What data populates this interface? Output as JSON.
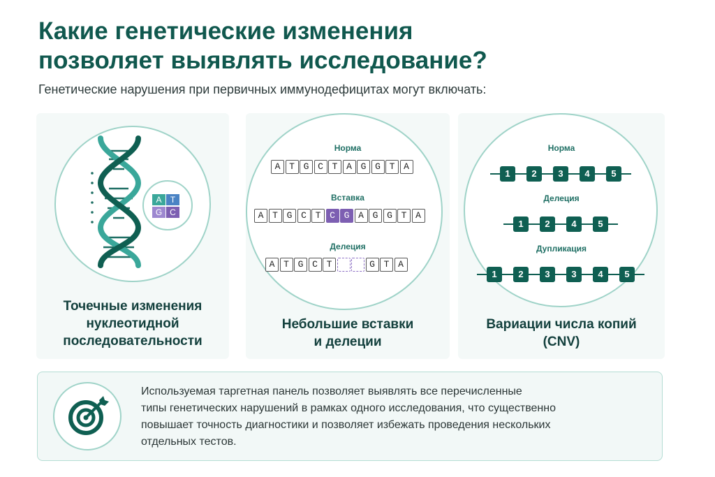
{
  "title_line1": "Какие генетические изменения",
  "title_line2": "позволяет выявлять исследование?",
  "subtitle": "Генетические нарушения при первичных иммунодефицитах могут включать:",
  "colors": {
    "primary": "#10584e",
    "teal_accent": "#3aa79a",
    "insertion": "#7d5fb2",
    "blue_tile": "#4a83c4"
  },
  "card1": {
    "label_line1": "Точечные изменения",
    "label_line2": "нуклеотидной",
    "label_line3": "последовательности",
    "icon": "dna-helix-icon",
    "pair_top": [
      "A",
      "T"
    ],
    "pair_bottom": [
      "G",
      "C"
    ]
  },
  "card2": {
    "label_line1": "Небольшие вставки",
    "label_line2": "и делеции",
    "rows": [
      {
        "label": "Норма",
        "cells": [
          {
            "t": "A"
          },
          {
            "t": "T"
          },
          {
            "t": "G"
          },
          {
            "t": "C"
          },
          {
            "t": "T"
          },
          {
            "t": "A"
          },
          {
            "t": "G"
          },
          {
            "t": "G"
          },
          {
            "t": "T"
          },
          {
            "t": "A"
          }
        ]
      },
      {
        "label": "Вставка",
        "cells": [
          {
            "t": "A"
          },
          {
            "t": "T"
          },
          {
            "t": "G"
          },
          {
            "t": "C"
          },
          {
            "t": "T"
          },
          {
            "t": "C",
            "k": "ins"
          },
          {
            "t": "G",
            "k": "ins"
          },
          {
            "t": "A"
          },
          {
            "t": "G"
          },
          {
            "t": "G"
          },
          {
            "t": "T"
          },
          {
            "t": "A"
          }
        ]
      },
      {
        "label": "Делеция",
        "cells": [
          {
            "t": "A"
          },
          {
            "t": "T"
          },
          {
            "t": "G"
          },
          {
            "t": "C"
          },
          {
            "t": "T"
          },
          {
            "t": "",
            "k": "del"
          },
          {
            "t": "",
            "k": "del"
          },
          {
            "t": "G"
          },
          {
            "t": "T"
          },
          {
            "t": "A"
          }
        ]
      }
    ]
  },
  "card3": {
    "label_line1": "Вариации числа копий",
    "label_line2": "(CNV)",
    "rows": [
      {
        "label": "Норма",
        "boxes": [
          "1",
          "2",
          "3",
          "4",
          "5"
        ]
      },
      {
        "label": "Делеция",
        "boxes": [
          "1",
          "2",
          "4",
          "5"
        ]
      },
      {
        "label": "Дупликация",
        "boxes": [
          "1",
          "2",
          "3",
          "3",
          "4",
          "5"
        ]
      }
    ]
  },
  "note": {
    "icon": "target-arrow-icon",
    "line1": "Используемая таргетная панель позволяет выявлять все перечисленные",
    "line2": "типы генетических нарушений в рамках одного исследования, что существенно",
    "line3": "повышает точность диагностики и позволяет избежать проведения нескольких",
    "line4": "отдельных тестов."
  }
}
